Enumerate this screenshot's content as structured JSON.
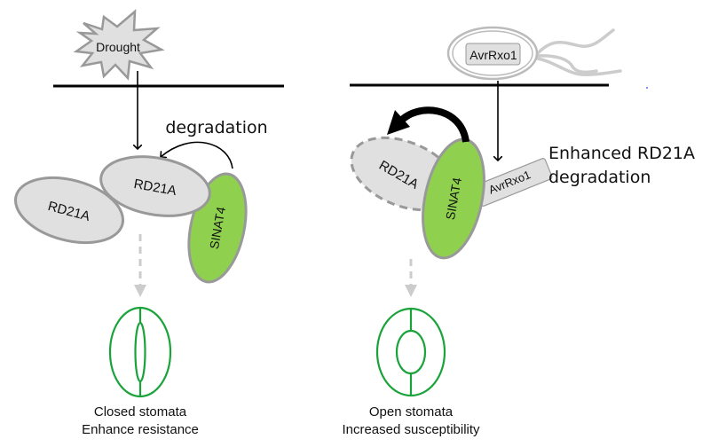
{
  "left_panel": {
    "stimulus": "Drought",
    "process_label": "degradation",
    "protein_a": "RD21A",
    "protein_b": "RD21A",
    "e3_ligase": "SINAT4",
    "outcome_line1": "Closed stomata",
    "outcome_line2": "Enhance resistance"
  },
  "right_panel": {
    "effector": "AvrRxo1",
    "effector_bound": "AvrRxo1",
    "protein": "RD21A",
    "e3_ligase": "SINAT4",
    "process_line1": "Enhanced RD21A",
    "process_line2": "degradation",
    "outcome_line1": "Open stomata",
    "outcome_line2": "Increased susceptibility"
  },
  "colors": {
    "protein_fill": "#e0e0e0",
    "protein_stroke": "#999999",
    "sinat4_fill": "#8fd14f",
    "stomata_stroke": "#1aa33a",
    "membrane": "#000000",
    "dashed_arrow": "#cccccc"
  }
}
